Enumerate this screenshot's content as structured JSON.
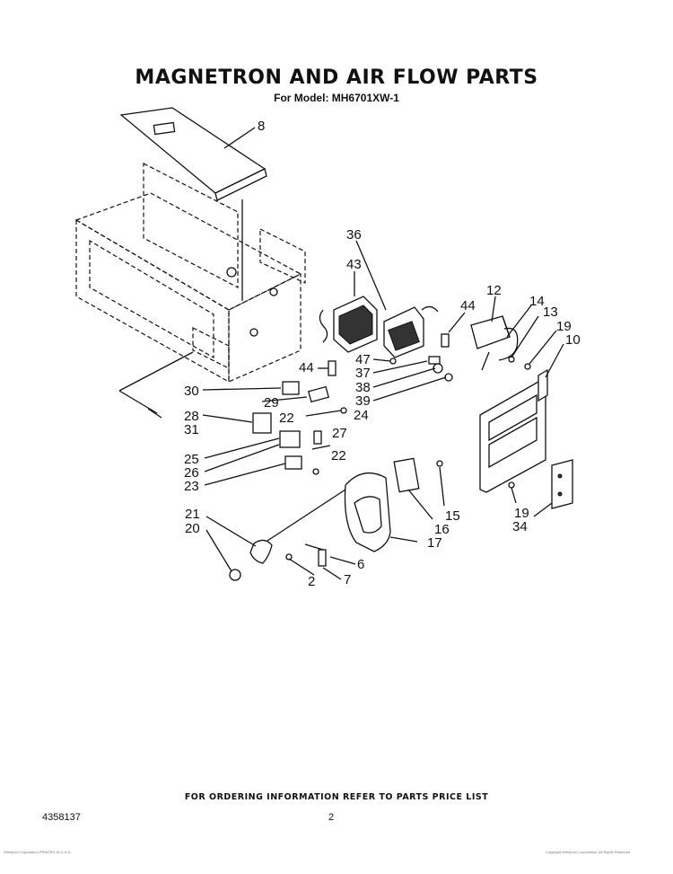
{
  "title": "MAGNETRON AND AIR FLOW PARTS",
  "subtitle": "For Model: MH6701XW-1",
  "callouts": [
    "8",
    "36",
    "43",
    "44",
    "12",
    "14",
    "13",
    "19",
    "10",
    "47",
    "37",
    "38",
    "39",
    "30",
    "29",
    "22",
    "24",
    "28",
    "31",
    "27",
    "25",
    "26",
    "23",
    "15",
    "16",
    "17",
    "21",
    "20",
    "6",
    "2",
    "7",
    "19",
    "34"
  ],
  "footer_note": "FOR ORDERING INFORMATION REFER TO PARTS PRICE LIST",
  "doc_number": "4358137",
  "page_number": "2",
  "fine_print_left": "Whirlpool Corporation PRINTED IN U.S.A.",
  "fine_print_right": "Copyright Whirlpool Corporation. All Rights Reserved"
}
